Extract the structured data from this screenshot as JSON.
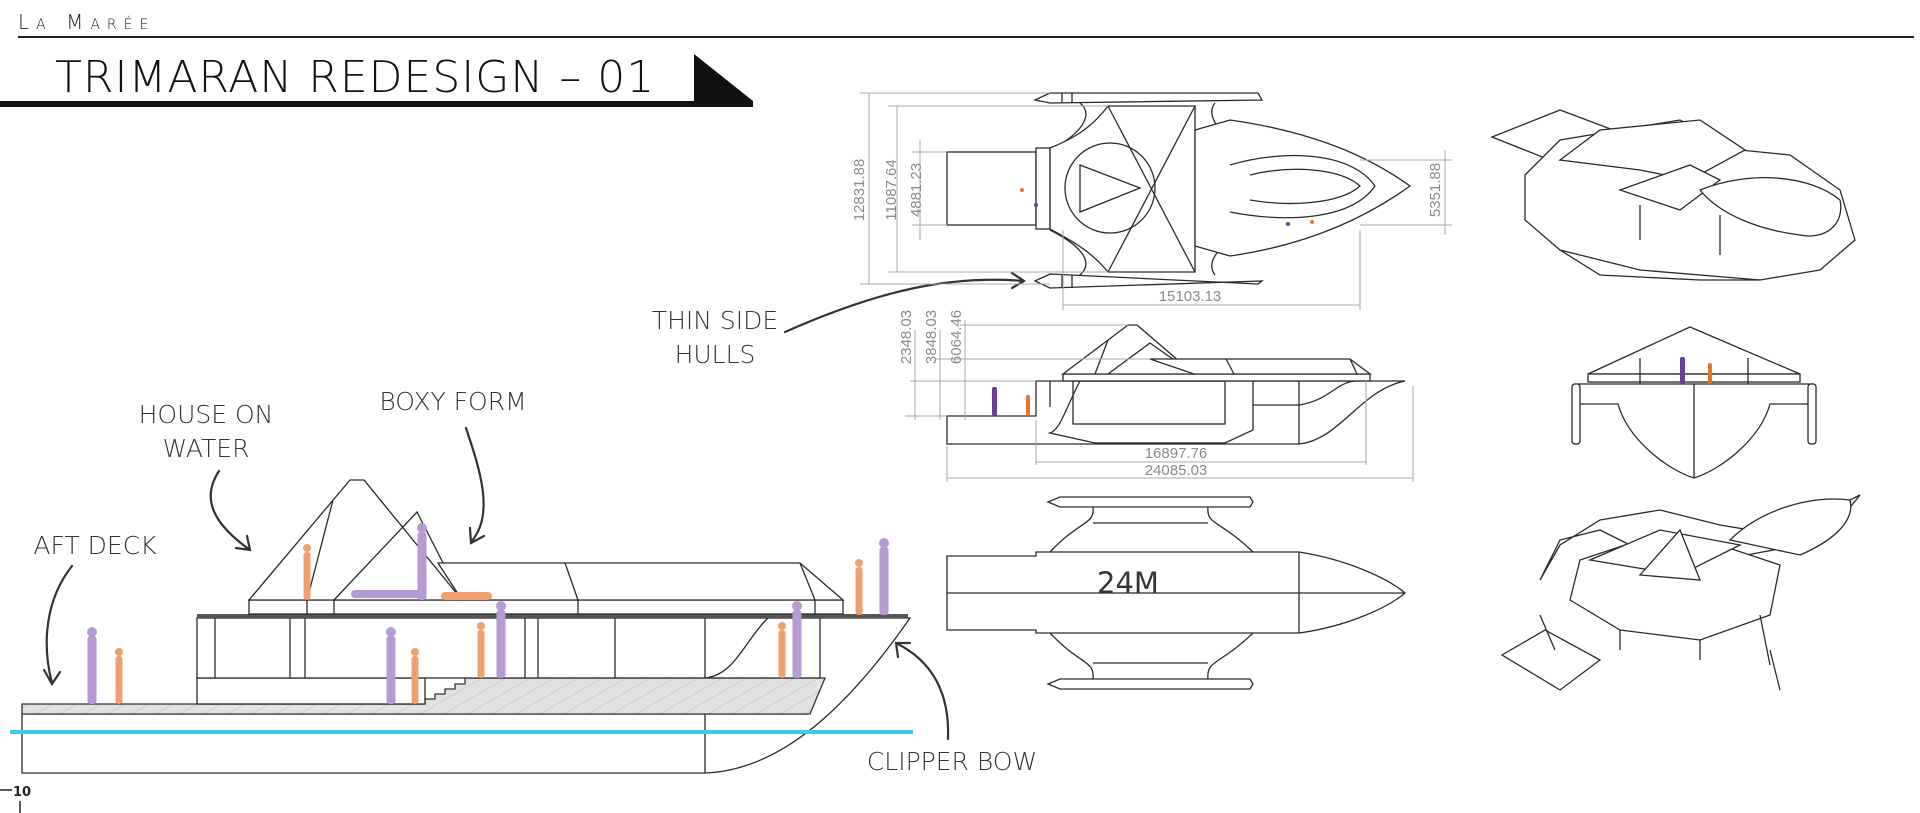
{
  "header": {
    "brand": "La Marée",
    "title": "TRIMARAN REDESIGN – 01"
  },
  "annotations": {
    "aft_deck": "AFT DECK",
    "house_on_water_line1": "HOUSE ON",
    "house_on_water_line2": "WATER",
    "boxy_form": "BOXY FORM",
    "clipper_bow": "CLIPPER BOW",
    "thin_side_hulls_line1": "THIN SIDE",
    "thin_side_hulls_line2": "HULLS"
  },
  "plan_top": {
    "dims": {
      "overall_beam": "12831.88",
      "inner_beam": "11087.64",
      "aft_beam": "4881.23",
      "bow_beam": "5351.88",
      "length": "15103.13"
    }
  },
  "elevation": {
    "dims": {
      "height_1": "2348.03",
      "height_2": "3848.03",
      "height_3": "6064.46",
      "length_1": "16897.76",
      "length_2": "24085.03"
    }
  },
  "plan_bottom": {
    "label": "24M"
  },
  "footer": {
    "page_number": "10"
  },
  "colors": {
    "waterline": "#3fc8f0",
    "figure_purple": "#b59ad3",
    "figure_orange": "#f0a070",
    "figure_purple_dark": "#6a3d9a",
    "figure_orange_dark": "#e8742a",
    "deck_hatch": "#e2e2e2"
  },
  "icons": {
    "title_marker": "black-triangle"
  }
}
